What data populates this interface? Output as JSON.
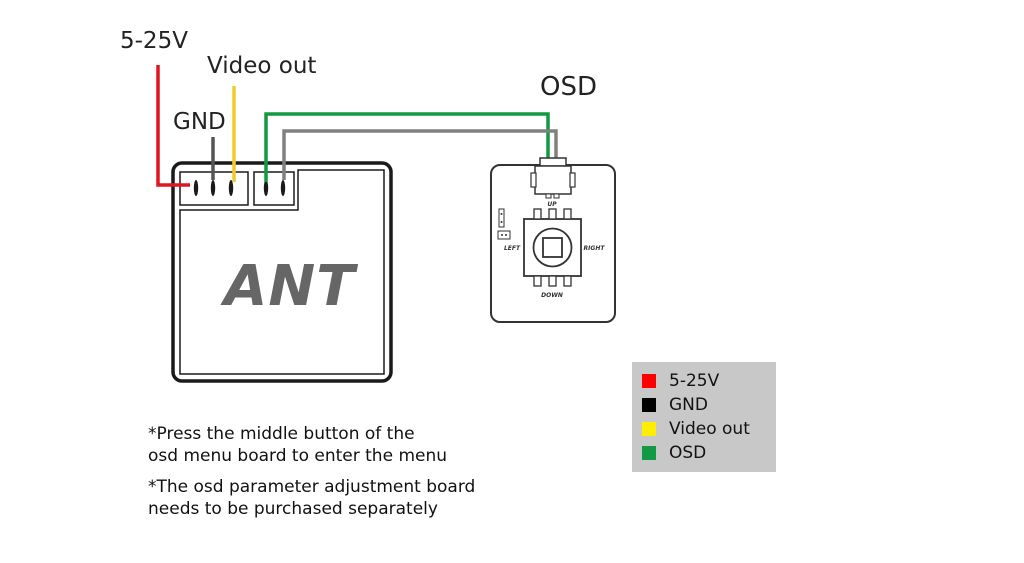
{
  "labels": {
    "power": "5-25V",
    "video_out": "Video out",
    "gnd": "GND",
    "osd": "OSD"
  },
  "camera": {
    "brand": "ANT"
  },
  "osd_board": {
    "up": "UP",
    "down": "DOWN",
    "left": "LEFT",
    "right": "RIGHT"
  },
  "notes": {
    "note1_line1": "*Press the middle button of the",
    "note1_line2": "osd menu board to enter the menu",
    "note2_line1": "*The osd parameter adjustment board",
    "note2_line2": "needs to be purchased separately"
  },
  "legend": {
    "items": [
      {
        "label": "5-25V",
        "color": "#ff0000"
      },
      {
        "label": "GND",
        "color": "#000000"
      },
      {
        "label": "Video out",
        "color": "#ffee00"
      },
      {
        "label": "OSD",
        "color": "#119944"
      }
    ]
  },
  "wire_colors": {
    "power": "#e0151f",
    "gnd": "#555555",
    "video": "#f2cc2a",
    "osd_signal": "#119944",
    "osd_gnd": "#808080"
  }
}
